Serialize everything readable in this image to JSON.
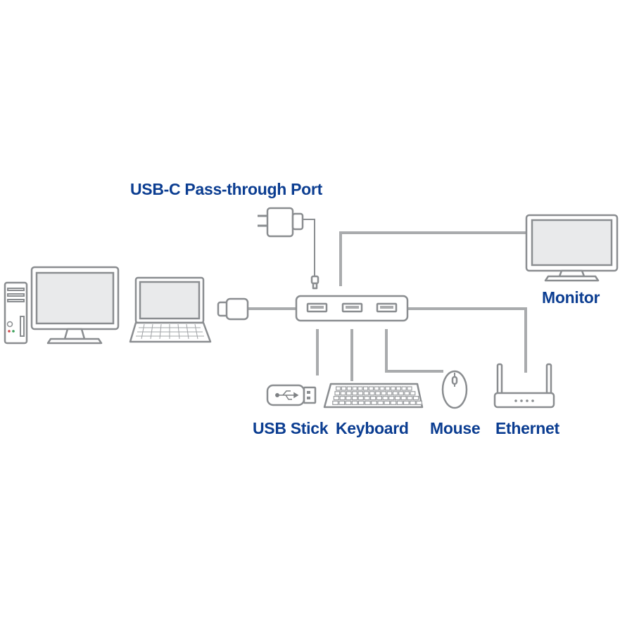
{
  "labels": {
    "pass_through": "USB-C Pass-through Port",
    "monitor": "Monitor",
    "usb_stick": "USB Stick",
    "keyboard": "Keyboard",
    "mouse": "Mouse",
    "ethernet": "Ethernet"
  },
  "colors": {
    "label": "#0b3d91",
    "device_stroke": "#8a8d90",
    "cable": "#a9abad"
  },
  "icons": [
    "desktop-tower-icon",
    "desktop-monitor-icon",
    "laptop-icon",
    "usb-c-plug-icon",
    "power-adapter-icon",
    "usb-hub-icon",
    "external-monitor-icon",
    "usb-stick-icon",
    "keyboard-icon",
    "mouse-icon",
    "router-icon"
  ]
}
